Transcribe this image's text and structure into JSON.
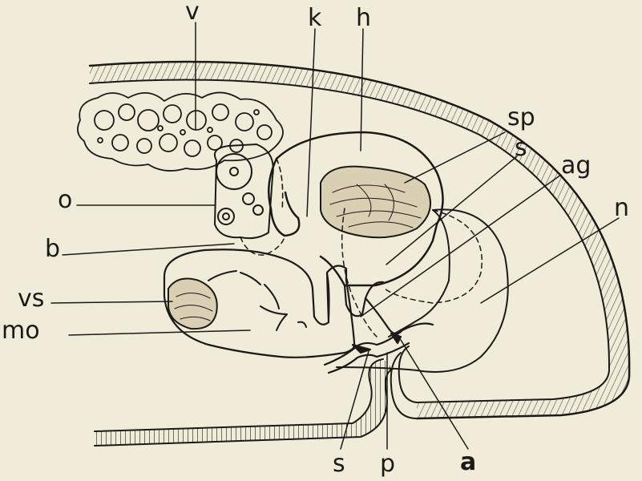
{
  "labels": {
    "v": "v",
    "k": "k",
    "h": "h",
    "sp": "sp",
    "s_top": "s",
    "ag": "ag",
    "n": "n",
    "o": "o",
    "b": "b",
    "vs": "vs",
    "mo": "mo",
    "s_bottom": "s",
    "p": "p",
    "a": "a"
  },
  "colors": {
    "background": "#f1ecd9",
    "ink": "#1c1a16",
    "shading": "#d9cfb2"
  }
}
